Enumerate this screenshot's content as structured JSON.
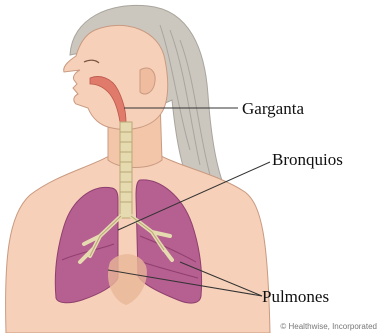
{
  "labels": {
    "throat": "Garganta",
    "bronchi": "Bronquios",
    "lungs": "Pulmones"
  },
  "credit": "© Healthwise, Incorporated",
  "colors": {
    "skin": "#f6d0b8",
    "skin_shadow": "#e9b697",
    "hair": "#c9c5bd",
    "lung": "#b65f91",
    "lung_dark": "#8f3f6e",
    "airway": "#e6dab0",
    "throat": "#e07a6a",
    "leader_line": "#333333"
  }
}
